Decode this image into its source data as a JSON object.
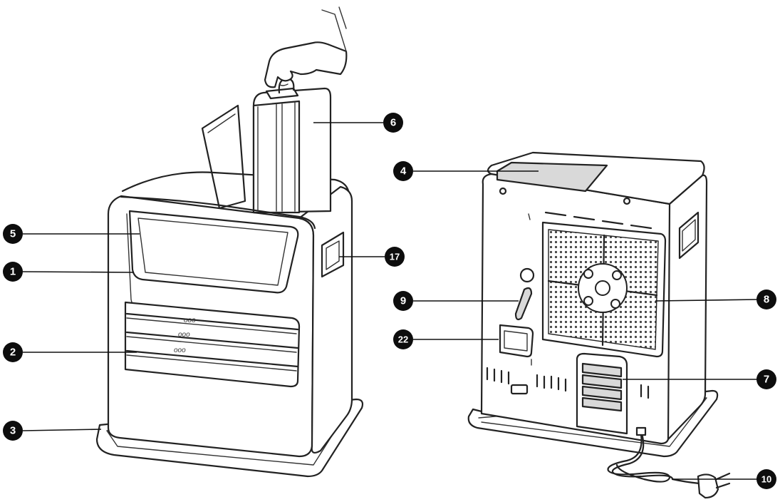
{
  "callouts": [
    {
      "id": "1",
      "label": "1"
    },
    {
      "id": "2",
      "label": "2"
    },
    {
      "id": "3",
      "label": "3"
    },
    {
      "id": "4",
      "label": "4"
    },
    {
      "id": "5",
      "label": "5"
    },
    {
      "id": "6",
      "label": "6"
    },
    {
      "id": "7",
      "label": "7"
    },
    {
      "id": "8",
      "label": "8"
    },
    {
      "id": "9",
      "label": "9"
    },
    {
      "id": "10",
      "label": "10"
    },
    {
      "id": "17",
      "label": "17"
    },
    {
      "id": "22",
      "label": "22"
    }
  ],
  "colors": {
    "line": "#222222",
    "badge": "#0d0d0d",
    "badge_text": "#ffffff",
    "grille": "#d9d9d9"
  }
}
